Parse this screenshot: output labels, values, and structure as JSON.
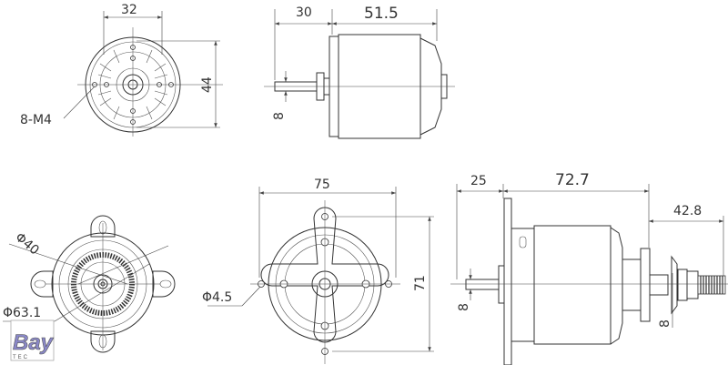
{
  "views": {
    "front_small": {
      "width_dim": "32",
      "height_dim": "44",
      "holes_label": "8-M4"
    },
    "side_small": {
      "shaft_dim": "30",
      "body_dim": "51.5",
      "shaft_dia": "8"
    },
    "front_cross_section": {
      "inner_dia": "Φ40",
      "outer_dia": "Φ63.1"
    },
    "front_mount": {
      "width_dim": "75",
      "height_dim": "71",
      "hole_dia": "Φ4.5"
    },
    "side_mount": {
      "shaft_dim": "25",
      "body_dim": "72.7",
      "rear_dim": "42.8",
      "shaft_dia": "8",
      "rear_shaft_dia": "8"
    }
  },
  "logo": {
    "name": "Bay",
    "sub": "TEC"
  }
}
